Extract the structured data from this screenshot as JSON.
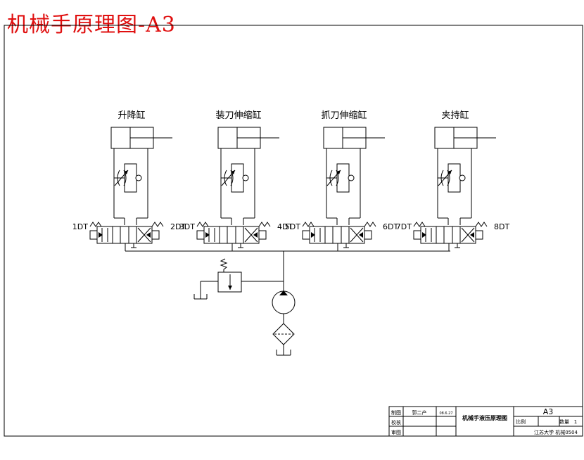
{
  "sheet_title": "机械手原理图-A3",
  "cylinders": [
    {
      "label": "升降缸",
      "left_coil": "1DT",
      "right_coil": "2DT"
    },
    {
      "label": "装刀伸缩缸",
      "left_coil": "3DT",
      "right_coil": "4DT"
    },
    {
      "label": "抓刀伸缩缸",
      "left_coil": "5DT",
      "right_coil": "6DT"
    },
    {
      "label": "夹持缸",
      "left_coil": "7DT",
      "right_coil": "8DT"
    }
  ],
  "title_block": {
    "drawn_label": "制图",
    "drawn_name": "郭二产",
    "drawn_date": "08.6.27",
    "check_label": "校核",
    "review_label": "审图",
    "drawing_name": "机械手液压原理图",
    "sheet_size": "A3",
    "scale_label": "比例",
    "qty_label": "数量",
    "qty_value": "1",
    "school": "江苏大学 机械0504"
  },
  "colors": {
    "title_red": "#e01010",
    "line": "#000000"
  }
}
